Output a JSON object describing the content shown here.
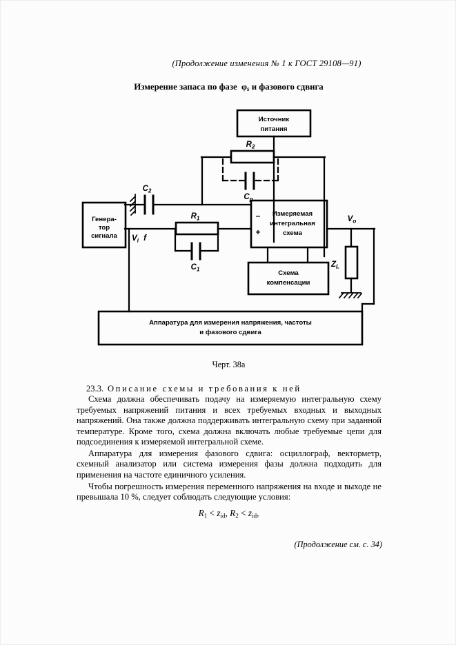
{
  "page": {
    "background": "#fcfcfc",
    "ink": "#000000"
  },
  "header": {
    "continuation_note": "(Продолжение изменения № 1 к ГОСТ  29108—91)",
    "title_part1": "Измерение запаса по фазе",
    "title_symbol": "φ",
    "title_symbol_sub": "s",
    "title_part2": "и фазового сдвига"
  },
  "diagram": {
    "caption": "Черт. 38а",
    "blocks": {
      "generator": {
        "line1": "Генера-",
        "line2": "тор",
        "line3": "сигнала"
      },
      "power_supply": {
        "line1": "Источник",
        "line2": "питания"
      },
      "dut": {
        "line1": "Измеряемая",
        "line2": "интегральная",
        "line3": "схема"
      },
      "compensation": {
        "line1": "Схема",
        "line2": "компенсации"
      },
      "instrument": {
        "line1": "Аппаратура для измерения напряжения, частоты",
        "line2": "и фазового сдвига"
      }
    },
    "labels": {
      "c2": "C",
      "c2_sub": "2",
      "c1": "C",
      "c1_sub": "1",
      "cp": "C",
      "cp_sub": "p",
      "r1": "R",
      "r1_sub": "1",
      "r2": "R",
      "r2_sub": "2",
      "zl": "Z",
      "zl_sub": "L",
      "vi": "V",
      "vi_sub": "i",
      "vo": "V",
      "vo_sub": "o",
      "f": "f",
      "minus": "–",
      "plus": "+"
    }
  },
  "body": {
    "section_number": "23.3.",
    "section_heading": "Описание схемы и требования к ней",
    "paragraph1": "Схема должна обеспечивать подачу на измеряемую интегральную схему требуемых напряжений питания и всех требуемых входных и выходных напряжений. Она также должна поддерживать интегральную схему при заданной температуре. Кроме того, схема должна включать любые требуемые цепи для подсоединения к измеряемой интегральной схеме.",
    "paragraph2": "Аппаратура для измерения фазового сдвига: осциллограф, векторметр, схемный анализатор или система измерения фазы должна подходить для применения на частоте единичного усиления.",
    "paragraph3": "Чтобы погрешность измерения переменного напряжения на входе и выходе не превышала 10 %, следует соблюдать следующие условия:",
    "formula": {
      "r1": "R",
      "r1_sub": "1",
      "lt1": " < ",
      "z1": "z",
      "z1_sub": "id",
      "comma1": ",  ",
      "r2": "R",
      "r2_sub": "2",
      "lt2": " < ",
      "z2": "z",
      "z2_sub": "id",
      "comma2": ","
    }
  },
  "footer": {
    "continuation": "(Продолжение см. с. 34)"
  }
}
